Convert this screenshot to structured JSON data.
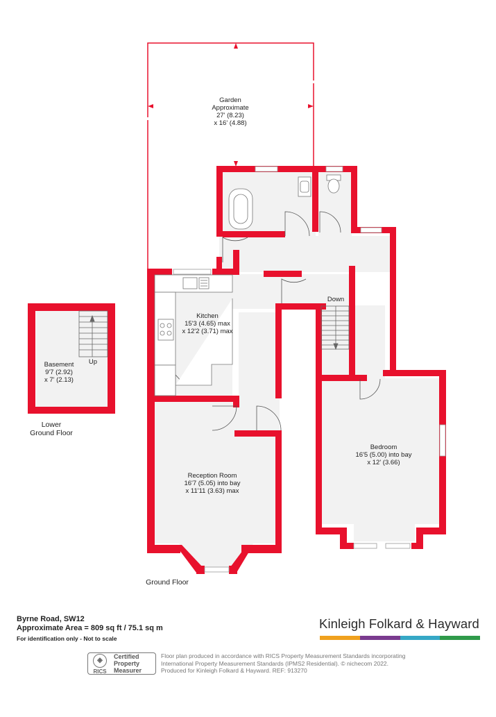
{
  "rooms": {
    "garden": {
      "name": "Garden",
      "note": "Approximate",
      "dim1": "27' (8.23)",
      "dim2": "x 16' (4.88)"
    },
    "kitchen": {
      "name": "Kitchen",
      "dim1": "15'3 (4.65) max",
      "dim2": "x 12'2 (3.71) max"
    },
    "basement": {
      "name": "Basement",
      "dim1": "9'7 (2.92)",
      "dim2": "x 7' (2.13)"
    },
    "reception": {
      "name": "Reception Room",
      "dim1": "16'7 (5.05) into bay",
      "dim2": "x 11'11 (3.63) max"
    },
    "bedroom": {
      "name": "Bedroom",
      "dim1": "16'5 (5.00) into bay",
      "dim2": "x 12' (3.66)"
    }
  },
  "stairs": {
    "down": "Down",
    "up": "Up"
  },
  "floors": {
    "lower_line1": "Lower",
    "lower_line2": "Ground Floor",
    "ground": "Ground Floor"
  },
  "info": {
    "address": "Byrne Road, SW12",
    "area": "Approximate Area = 809 sq ft / 75.1 sq m",
    "note": "For identification only - Not to scale"
  },
  "brand": {
    "name": "Kinleigh Folkard & Hayward",
    "stripe_colors": [
      "#f0a11e",
      "#7a3b8f",
      "#36a8c6",
      "#2f9a4a"
    ]
  },
  "rics": {
    "logo": "RICS",
    "line1": "Certified",
    "line2": "Property",
    "line3": "Measurer"
  },
  "disclaimer": {
    "line1": "Floor plan produced in accordance with RICS Property Measurement Standards incorporating",
    "line2": "International Property Measurement Standards (IPMS2 Residential).  © nichecom 2022.",
    "line3": "Produced for Kinleigh Folkard & Hayward.   REF: 913270"
  },
  "colors": {
    "wall": "#e8112d",
    "floor": "#f2f2f2",
    "garden_line": "#e8112d"
  }
}
